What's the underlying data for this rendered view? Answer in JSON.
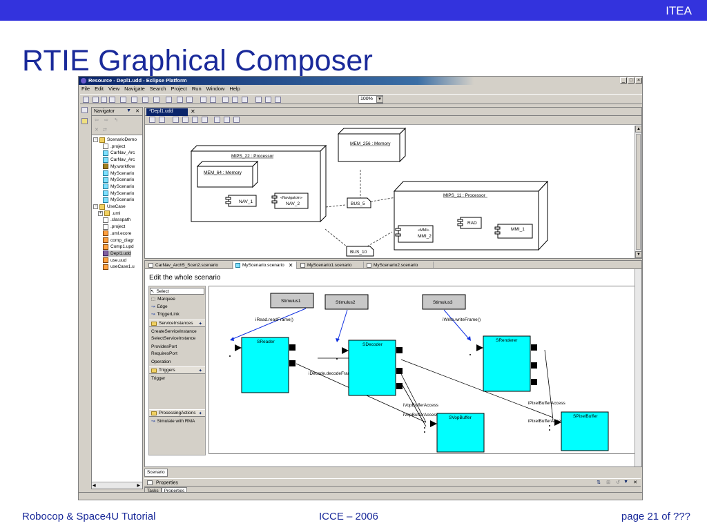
{
  "header": {
    "brand": "ITEA"
  },
  "slide": {
    "title": "RTIE Graphical Composer"
  },
  "footer": {
    "left": "Robocop & Space4U Tutorial",
    "center": "ICCE – 2006",
    "right": "page 21 of ???"
  },
  "window": {
    "title": "Resource - Depl1.udd - Eclipse Platform",
    "controls": [
      "_",
      "□",
      "×"
    ]
  },
  "menu": [
    "File",
    "Edit",
    "View",
    "Navigate",
    "Search",
    "Project",
    "Run",
    "Window",
    "Help"
  ],
  "toolbar": {
    "zoom": "100%"
  },
  "navigator": {
    "title": "Navigator",
    "items": [
      {
        "label": "ScenarioDemo",
        "icon": "folder-icon",
        "level": 0,
        "expander": "−"
      },
      {
        "label": ".project",
        "icon": "file-icon",
        "level": 2
      },
      {
        "label": "CarNav_Arc",
        "icon": "scenario-icon",
        "level": 2
      },
      {
        "label": "CarNav_Arc",
        "icon": "scenario-icon",
        "level": 2
      },
      {
        "label": "My.workflow",
        "icon": "workflow-icon",
        "level": 2
      },
      {
        "label": "MyScenario",
        "icon": "scenario-icon",
        "level": 2
      },
      {
        "label": "MyScenario",
        "icon": "scenario-icon",
        "level": 2
      },
      {
        "label": "MyScenario",
        "icon": "scenario-icon",
        "level": 2
      },
      {
        "label": "MyScenario",
        "icon": "scenario-icon",
        "level": 2
      },
      {
        "label": "MyScenario",
        "icon": "scenario-icon",
        "level": 2
      },
      {
        "label": "UseCase",
        "icon": "folder-icon",
        "level": 0,
        "expander": "−"
      },
      {
        "label": ".uml",
        "icon": "folder-icon",
        "level": 1,
        "expander": "+"
      },
      {
        "label": ".classpath",
        "icon": "file-icon",
        "level": 2
      },
      {
        "label": ".project",
        "icon": "file-icon",
        "level": 2
      },
      {
        "label": ".uml.ecore",
        "icon": "model-icon",
        "level": 2
      },
      {
        "label": "comp_diagr",
        "icon": "model-icon",
        "level": 2
      },
      {
        "label": "Comp1.upd",
        "icon": "model-icon",
        "level": 2
      },
      {
        "label": "Depl1.udd",
        "icon": "deploy-icon",
        "level": 2,
        "selected": true
      },
      {
        "label": "use.uud",
        "icon": "model-icon",
        "level": 2
      },
      {
        "label": "useCase1.u",
        "icon": "model-icon",
        "level": 2
      }
    ]
  },
  "deploy_editor": {
    "tab": "*Depl1.udd",
    "nodes": {
      "mips22": "MIPS_22 : Processor",
      "mem64": "MEM_64 : Memory",
      "mem256": "MEM_256 : Memory",
      "mips11": "MIPS_11 : Processor",
      "bus5": "BUS_5",
      "bus10": "BUS_10"
    },
    "components": {
      "nav1": "NAV_1",
      "nav2_stereo": "«Navigatoin»",
      "nav2": "NAV_2",
      "rad": "RAD",
      "mmi1": "MMI_1",
      "mmi2_stereo": "«MMI»",
      "mmi2": "MMI_2"
    }
  },
  "scenario_tabs": [
    "CarNav_Arch5_Scen2.scenario",
    "MyScenario.scenario",
    "MyScenario1.scenario",
    "MyScenario2.scenario"
  ],
  "scenario_editor": {
    "heading": "Edit the whole scenario",
    "palette": {
      "tools": [
        "Select",
        "Marquee",
        "Edge",
        "TriggerLink"
      ],
      "service_header": "ServiceInstances",
      "service_items": [
        "CreateServiceInstance",
        "SelectServiceInstance",
        "ProvidesPort",
        "RequiresPort",
        "Operation"
      ],
      "triggers_header": "Triggers",
      "triggers_items": [
        "Trigger"
      ],
      "actions_header": "ProcessingActions",
      "actions_items": [
        "Simulate with RMA"
      ]
    },
    "stimuli": [
      "Stimulus1",
      "Stimulus2",
      "Stimulus3"
    ],
    "services": [
      "SReader",
      "SDecoder",
      "SRenderer",
      "SVopBuffer",
      "SPixelBuffer"
    ],
    "links": {
      "read": "iRead.readFrame()",
      "write": "iWrite.writeFrame()",
      "decode": "iDecode.decodeFrame()",
      "vop1": "iVopBufferAccess",
      "vop2": "iVopBufferAccess",
      "pix1": "iPixelBufferAccess",
      "pix2": "iPixelBufferAccess"
    },
    "bottom_tab": "Scenario"
  },
  "properties": {
    "title": "Properties",
    "tabs": [
      "Tasks",
      "Properties"
    ]
  },
  "colors": {
    "header": "#3333dd",
    "title": "#1a2a9a",
    "service": "#00ffff",
    "stimulus": "#c8c8c8"
  }
}
